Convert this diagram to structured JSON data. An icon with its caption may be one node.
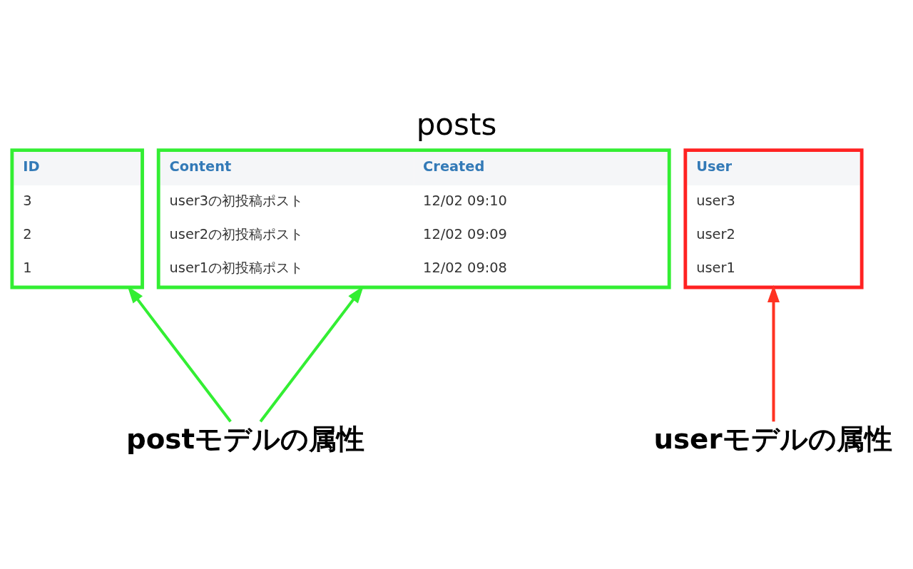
{
  "diagram": {
    "title": "posts",
    "nodes": [
      {
        "text": [
          "ID",
          "3",
          "2",
          "1"
        ]
      },
      {
        "text": [
          "User",
          "user3",
          "user2",
          "user1"
        ]
      },
      {
        "text": [
          "Content",
          "Created",
          "user3の初投稿ポスト",
          "12/02 09:10",
          "user2の初投稿ポスト",
          "12/02 09:09",
          "user1の初投稿ポスト",
          "12/02 09:08"
        ]
      },
      {
        "text": [
          "postモデルの属性"
        ]
      },
      {
        "text": [
          "userモデルの属性"
        ]
      }
    ],
    "edges": [
      {
        "from": 3,
        "to": 0,
        "arrow": "to",
        "color": "#33ee33"
      },
      {
        "from": 3,
        "to": 2,
        "arrow": "to",
        "color": "#33ee33"
      },
      {
        "from": 4,
        "to": 1,
        "arrow": "to",
        "color": "#ff3322"
      }
    ]
  }
}
